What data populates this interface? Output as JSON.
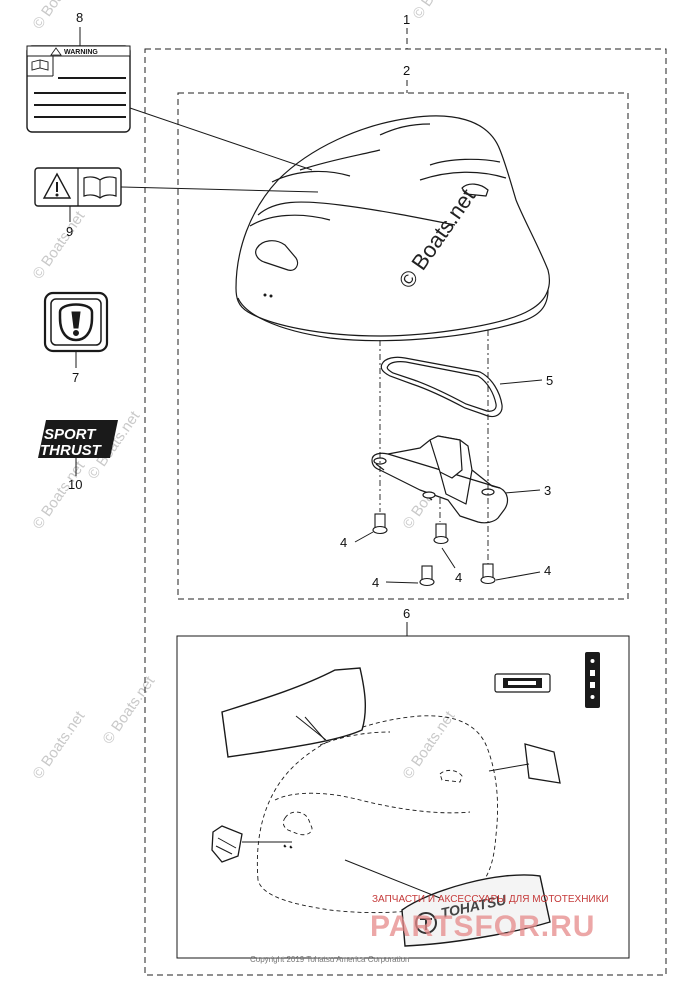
{
  "parts": {
    "p1": "1",
    "p2": "2",
    "p3": "3",
    "p4": "4",
    "p5": "5",
    "p6": "6",
    "p7": "7",
    "p8": "8",
    "p9": "9",
    "p10": "10"
  },
  "warning_label_text": "WARNING",
  "sport_thrust": {
    "line1": "SPORT",
    "line2": "THRUST"
  },
  "brand_decal": "TOHATSU",
  "watermark": "© Boats.net",
  "copyright": "Copyright 2019 Tohatsu America Corporation",
  "shop_banner": {
    "line1": "ЗАПЧАСТИ И АКСЕССУАРЫ ДЛЯ МОТОТЕХНИКИ",
    "line2": "PARTSFOR.RU"
  },
  "colors": {
    "line": "#1a1a1a",
    "watermark": "#c9c9c9",
    "banner": "#c53a3a"
  }
}
